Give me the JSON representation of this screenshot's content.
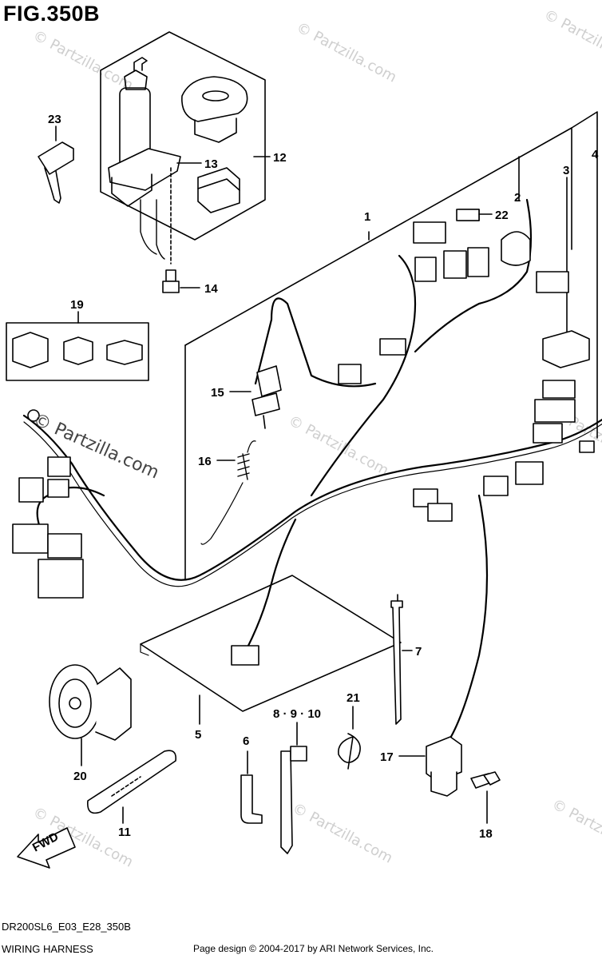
{
  "figure_title": "FIG.350B",
  "callouts": {
    "c1": "1",
    "c2": "2",
    "c3": "3",
    "c4": "4",
    "c5": "5",
    "c6": "6",
    "c7": "7",
    "c8_9_10": "8 · 9 · 10",
    "c11": "11",
    "c12": "12",
    "c13": "13",
    "c14": "14",
    "c15": "15",
    "c16": "16",
    "c17": "17",
    "c18": "18",
    "c19": "19",
    "c20": "20",
    "c21": "21",
    "c22": "22",
    "c23": "23"
  },
  "direction_badge": "FWD",
  "watermark_main": "© Partzilla.com",
  "watermark_faint": "© Partzilla.com",
  "footer": {
    "diagram_code": "DR200SL6_E03_E28_350B",
    "section_name": "WIRING HARNESS",
    "copyright": "Page design © 2004-2017 by ARI Network Services, Inc."
  }
}
